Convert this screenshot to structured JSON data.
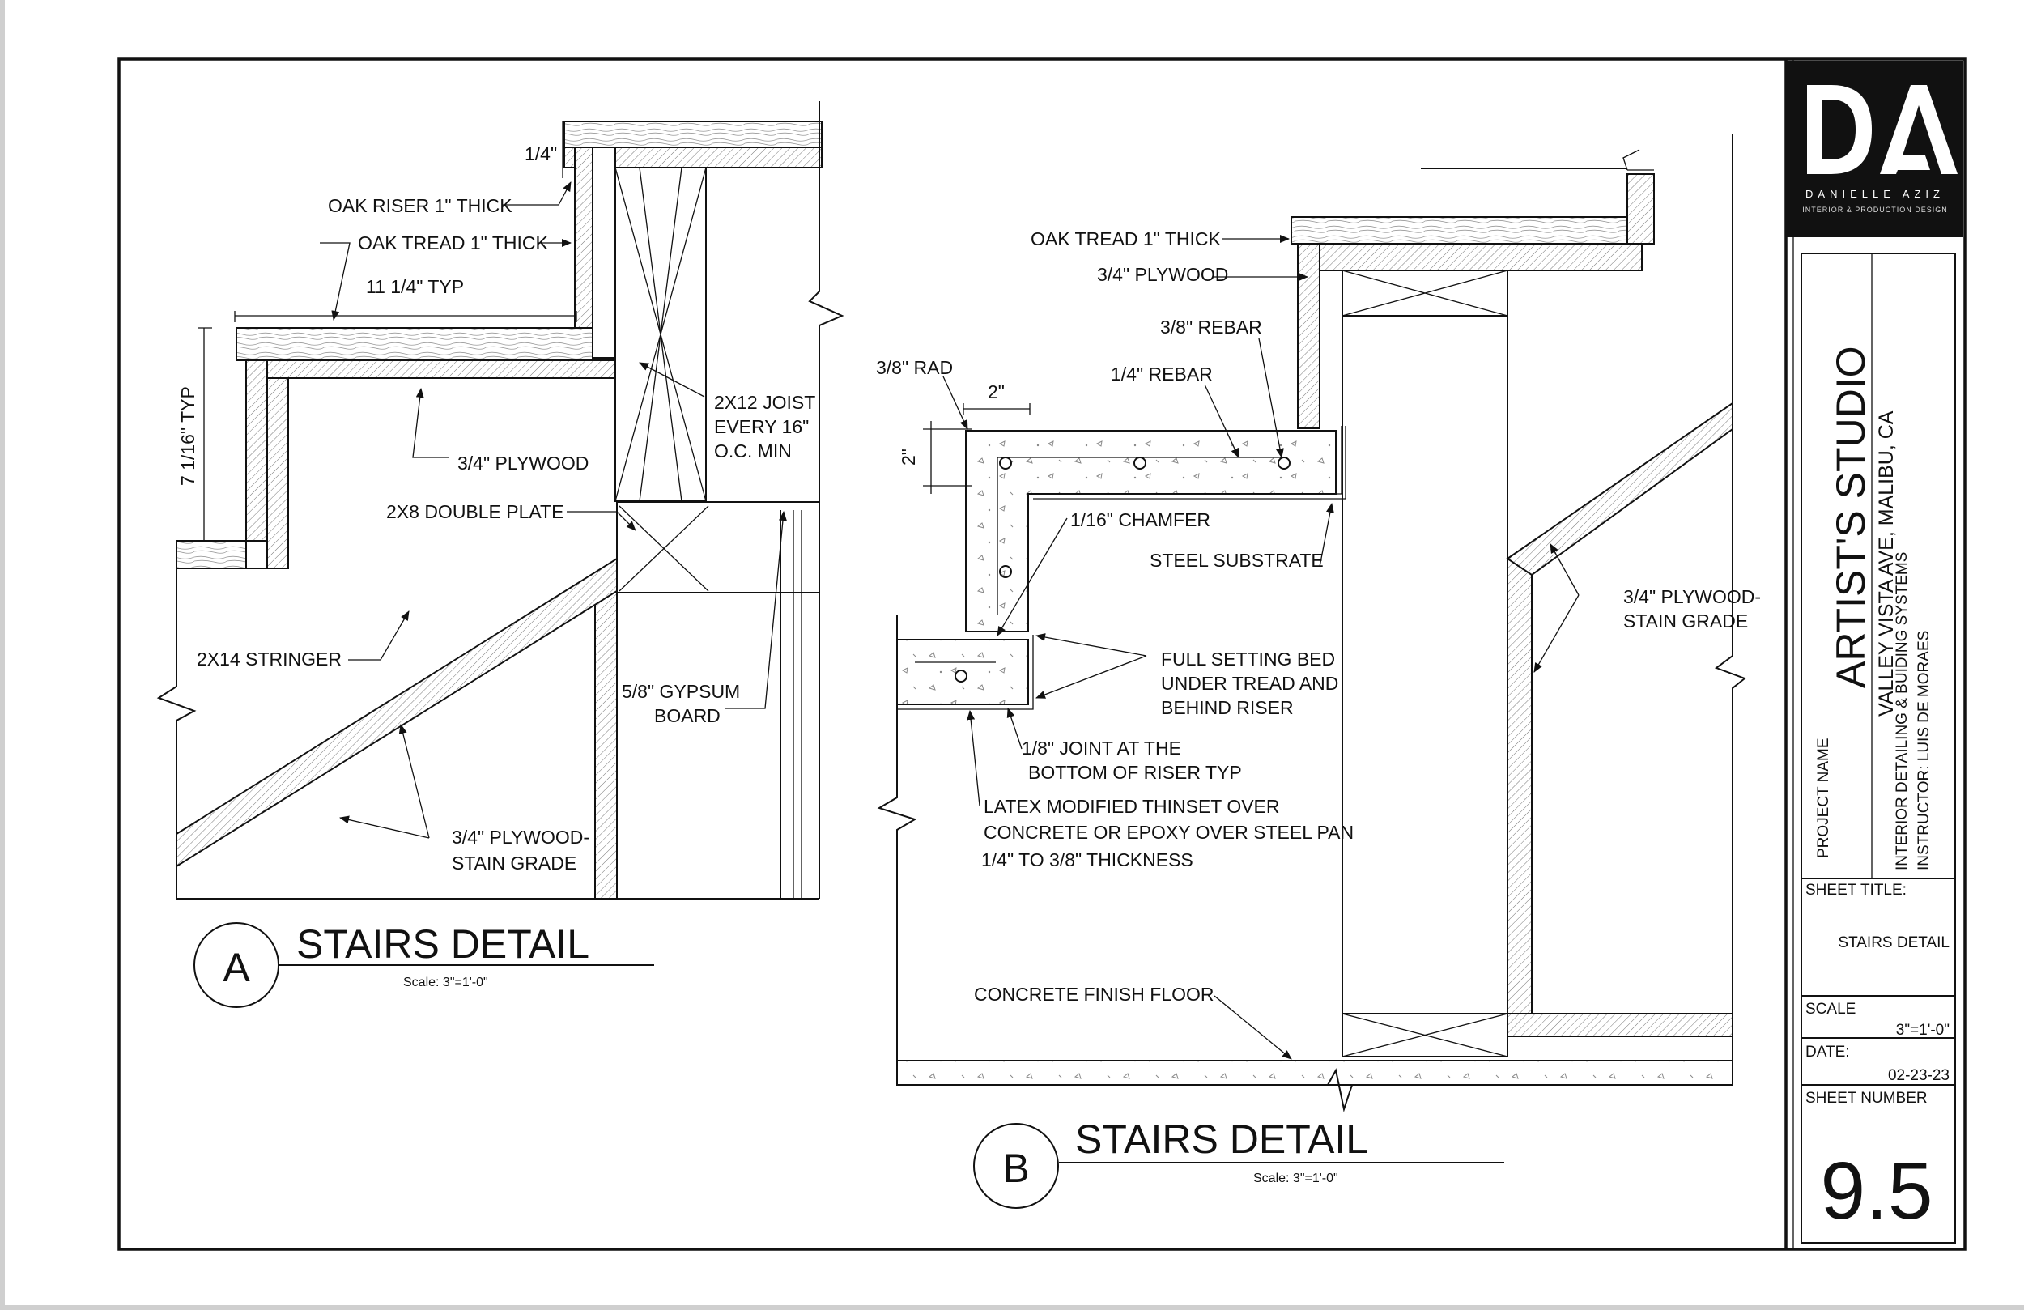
{
  "detail_a": {
    "marker": "A",
    "title": "STAIRS DETAIL",
    "scale": "Scale: 3\"=1'-0\"",
    "labels": {
      "quarter": "1/4\"",
      "oak_riser": "OAK RISER 1\" THICK",
      "oak_tread": "OAK TREAD 1\" THICK",
      "tread_typ": "11 1/4\" TYP",
      "riser_typ": "7 1/16\" TYP",
      "plywood": "3/4\" PLYWOOD",
      "joist_1": "2X12 JOIST",
      "joist_2": "EVERY 16\"",
      "joist_3": "O.C.    MIN",
      "double_plate": "2X8 DOUBLE PLATE",
      "stringer": "2X14 STRINGER",
      "gypsum_1": "5/8\" GYPSUM",
      "gypsum_2": "BOARD",
      "ply_stain_1": "3/4\" PLYWOOD-",
      "ply_stain_2": "STAIN GRADE"
    }
  },
  "detail_b": {
    "marker": "B",
    "title": "STAIRS DETAIL",
    "scale": "Scale: 3\"=1'-0\"",
    "labels": {
      "oak_tread": "OAK TREAD 1\" THICK",
      "plywood": "3/4\" PLYWOOD",
      "rebar_38": "3/8\" REBAR",
      "rebar_14": "1/4\" REBAR",
      "rad": "3/8\" RAD",
      "dim_2_h": "2\"",
      "dim_2_v": "2\"",
      "chamfer": "1/16\" CHAMFER",
      "steel": "STEEL SUBSTRATE",
      "setting_1": "FULL SETTING BED",
      "setting_2": "UNDER TREAD AND",
      "setting_3": "BEHIND RISER",
      "joint_1": "1/8\" JOINT AT THE",
      "joint_2": "BOTTOM OF RISER TYP",
      "latex_1": "LATEX MODIFIED THINSET OVER",
      "latex_2": "CONCRETE OR EPOXY OVER STEEL PAN",
      "latex_3": "1/4\" TO 3/8\" THICKNESS",
      "ply_stain_1": "3/4\" PLYWOOD-",
      "ply_stain_2": "STAIN GRADE",
      "floor": "CONCRETE FINISH FLOOR"
    }
  },
  "title_block": {
    "logo_letters": "DA",
    "logo_name": "DANIELLE AZIZ",
    "logo_sub": "INTERIOR & PRODUCTION DESIGN",
    "project_name_label": "PROJECT NAME",
    "project_name": "ARTIST'S STUDIO",
    "address": "VALLEY VISTA AVE, MALIBU, CA",
    "course": "INTERIOR DETAILING & BUIDING SYSTEMS",
    "instructor": "INSTRUCTOR: LUIS DE MORAES",
    "sheet_title_label": "SHEET TITLE:",
    "sheet_title": "STAIRS DETAIL",
    "scale_label": "SCALE",
    "scale": "3\"=1'-0\"",
    "date_label": "DATE:",
    "date": "02-23-23",
    "sheet_number_label": "SHEET NUMBER",
    "sheet_number": "9.5"
  },
  "colors": {
    "ink": "#111111",
    "logo_bg": "#111111",
    "paper": "#ffffff"
  }
}
